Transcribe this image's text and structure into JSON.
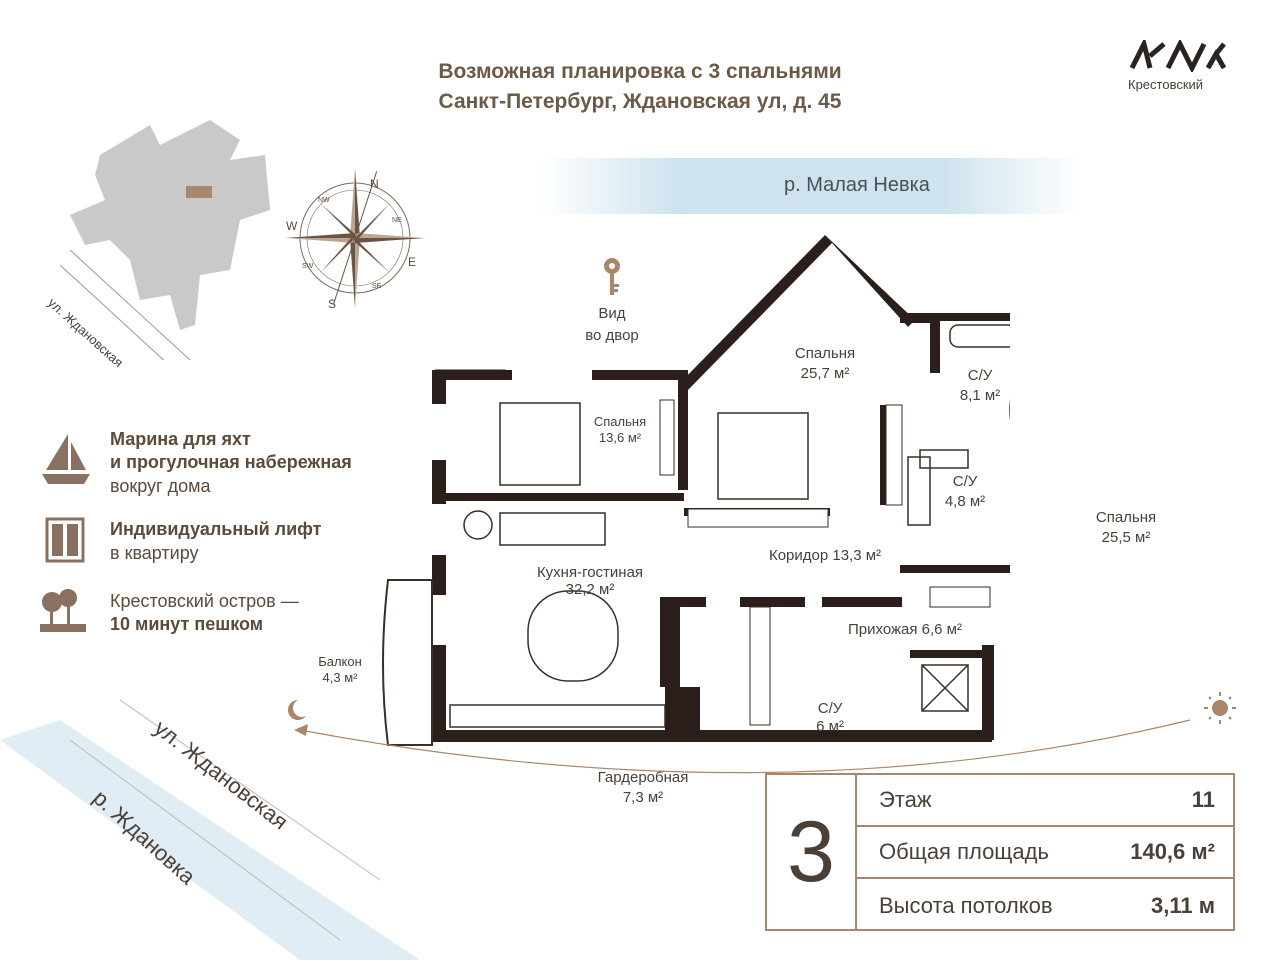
{
  "header": {
    "title_line1": "Возможная планировка с 3 спальнями",
    "title_line2": "Санкт-Петербург, Ждановская ул, д. 45"
  },
  "logo": {
    "mark": "ИАК",
    "name": "Крестовский"
  },
  "map": {
    "street_label": "ул. Ждановская"
  },
  "compass": {
    "n": "N",
    "s": "S",
    "e": "E",
    "w": "W",
    "nw": "NW",
    "ne": "NE",
    "sw": "SW",
    "se": "SE"
  },
  "river_top": "р. Малая Невка",
  "view": {
    "line1": "Вид",
    "line2": "во двор"
  },
  "features": [
    {
      "icon": "sailboat-icon",
      "title_line1": "Марина для яхт",
      "title_line2": "и прогулочная набережная",
      "sub": "вокруг дома"
    },
    {
      "icon": "elevator-icon",
      "title_line1": "Индивидуальный лифт",
      "sub": "в квартиру"
    },
    {
      "icon": "park-icon",
      "sub": "Крестовский остров —",
      "title_line1": "10 минут пешком"
    }
  ],
  "rooms": {
    "bedroom1": {
      "name": "Спальня",
      "area": "13,6 м²"
    },
    "bedroom2": {
      "name": "Спальня",
      "area": "25,7 м²"
    },
    "bath1": {
      "name": "С/У",
      "area": "8,1 м²"
    },
    "bath2": {
      "name": "С/У",
      "area": "4,8 м²"
    },
    "bedroom3": {
      "name": "Спальня",
      "area": "25,5 м²"
    },
    "kitchen": {
      "name": "Кухня-гостиная",
      "area": "32,2 м²"
    },
    "corridor": {
      "name": "Коридор 13,3 м²"
    },
    "hall": {
      "name": "Прихожая 6,6 м²"
    },
    "bath3": {
      "name": "С/У",
      "area": "6 м²"
    },
    "balcony": {
      "name": "Балкон",
      "area": "4,3 м²"
    },
    "wardrobe": {
      "name": "Гардеробная",
      "area": "7,3 м²"
    }
  },
  "streets": {
    "street": "ул. Ждановская",
    "river": "р. Ждановка"
  },
  "info": {
    "rooms_count": "3",
    "rows": [
      {
        "label": "Этаж",
        "value": "11"
      },
      {
        "label": "Общая площадь",
        "value": "140,6 м²"
      },
      {
        "label": "Высота потолков",
        "value": "3,11 м"
      }
    ]
  },
  "colors": {
    "wall": "#2a1f1a",
    "accent": "#a8876a",
    "river": "#cfe3ef",
    "map_gray": "#c8c8c8",
    "text": "#4a4038"
  }
}
